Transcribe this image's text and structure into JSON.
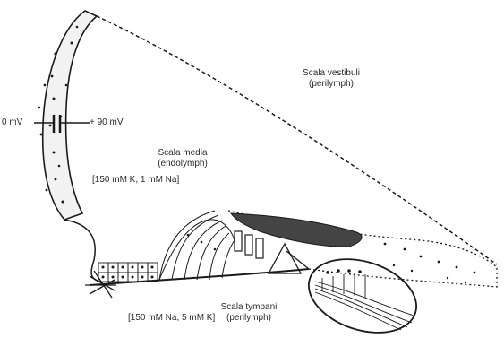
{
  "labels": {
    "scala_vestibuli": "Scala vestibuli",
    "scala_vestibuli_fluid": "(perilymph)",
    "scala_media": "Scala media",
    "scala_media_fluid": "(endolymph)",
    "media_ions": "[150 mM K, 1 mM Na]",
    "scala_tympani": "Scala tympani",
    "scala_tympani_fluid": "(perilymph)",
    "tympani_ions": "[150 mM Na, 5 mM K]",
    "voltage_left": "0 mV",
    "voltage_right": "+ 90 mV"
  },
  "colors": {
    "ink": "#1a1a1a",
    "membrane_fill": "#444444",
    "stria_fill": "#f2f2f2",
    "paper": "#ffffff"
  }
}
